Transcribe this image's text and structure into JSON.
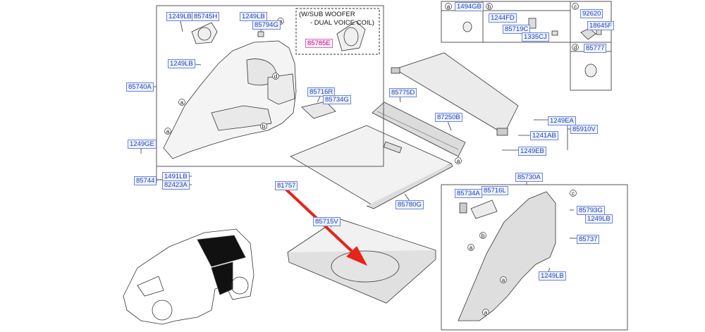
{
  "circle_markers": [
    "a",
    "b",
    "c",
    "d"
  ],
  "sub_woofer_note": {
    "line1": "(W/SUB WOOFER",
    "line2": "- DUAL VOICE COIL)"
  },
  "parts": {
    "p1249LB_a": "1249LB",
    "p85745H": "85745H",
    "p1249LB_b": "1249LB",
    "p85794G": "85794G",
    "p85785E": "85785E",
    "p1249LB_c": "1249LB",
    "p85740A": "85740A",
    "p85716R": "85716R",
    "p85734G": "85734G",
    "p1249GE": "1249GE",
    "p1491LB": "1491LB",
    "p85744": "85744",
    "p82423A": "82423A",
    "p81757": "81757",
    "p85715V": "85715V",
    "p85780G": "85780G",
    "p85775D": "85775D",
    "p87250B": "87250B",
    "p1249EA": "1249EA",
    "p85910V": "85910V",
    "p1241AB": "1241AB",
    "p1249EB": "1249EB",
    "p1494GB": "1494GB",
    "p1244FD": "1244FD",
    "p85719C": "85719C",
    "p1335CJ": "1335CJ",
    "p92620": "92620",
    "p18645F": "18645F",
    "p85777": "85777",
    "p85730A": "85730A",
    "p85734A": "85734A",
    "p85716L": "85716L",
    "p85793G": "85793G",
    "p1249LB_d": "1249LB",
    "p85737": "85737",
    "p1249LB_e": "1249LB"
  },
  "colors": {
    "label_text": "#1f3fb5",
    "label_border": "#6e86d8",
    "highlight_label": "#c0008a",
    "arrow": "#e8231a",
    "line": "#333333"
  }
}
